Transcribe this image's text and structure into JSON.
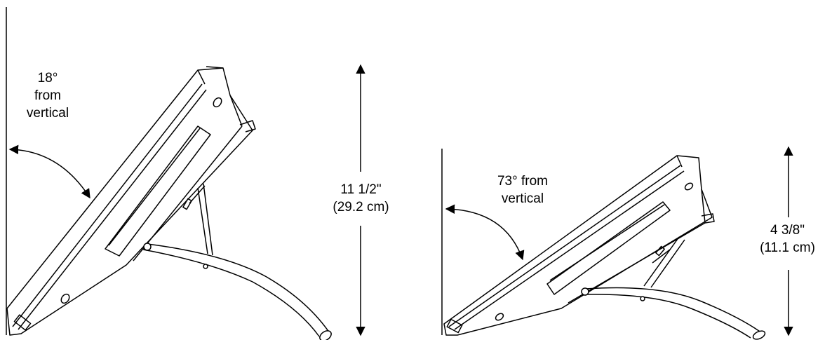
{
  "views": [
    {
      "id": "upright",
      "angle_label": [
        "18°",
        "from",
        "vertical"
      ],
      "height_label": [
        "11 1/2\"",
        "(29.2 cm)"
      ]
    },
    {
      "id": "low",
      "angle_label": [
        "73° from",
        "vertical"
      ],
      "height_label": [
        "4 3/8\"",
        "(11.1 cm)"
      ]
    }
  ],
  "colors": {
    "line": "#000000",
    "background": "#ffffff"
  }
}
